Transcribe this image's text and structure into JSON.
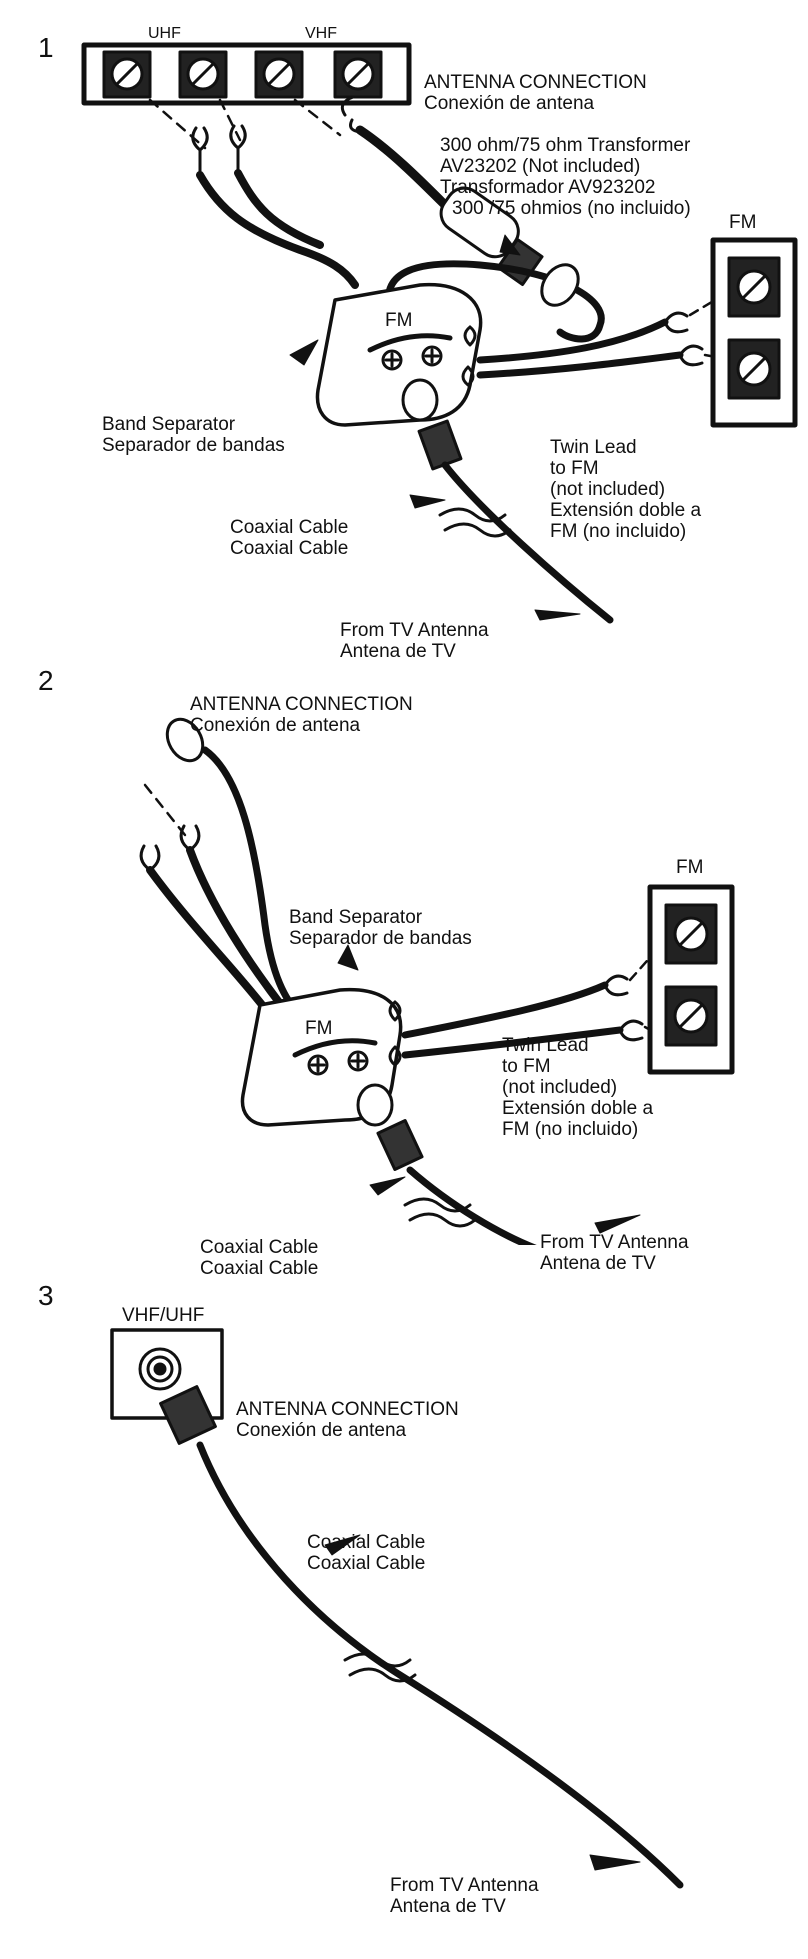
{
  "steps": [
    {
      "number": "1",
      "port_labels": {
        "uhf": "UHF",
        "vhf": "VHF",
        "fm": "FM"
      },
      "antenna_connection": {
        "en": "ANTENNA CONNECTION",
        "es": "Conexión de antena"
      },
      "transformer": {
        "line1": "300 ohm/75 ohm Transformer",
        "line2": "AV23202 (Not included)",
        "line3": "Transformador AV923202",
        "line4": "300 /75 ohmios (no incluido)"
      },
      "band_separator": {
        "en": "Band Separator",
        "es": "Separador de bandas"
      },
      "separator_fm": "FM",
      "twin_lead": {
        "line1": "Twin Lead",
        "line2": "to FM",
        "line3": "(not included)",
        "line4": "Extensión doble a",
        "line5": "FM (no incluido)"
      },
      "coaxial": {
        "en": "Coaxial Cable",
        "es": "Coaxial Cable"
      },
      "from_tv": {
        "en": "From TV Antenna",
        "es": "Antena de TV"
      }
    },
    {
      "number": "2",
      "antenna_connection": {
        "en": "ANTENNA CONNECTION",
        "es": "Conexión de antena"
      },
      "band_separator": {
        "en": "Band Separator",
        "es": "Separador de bandas"
      },
      "port_labels": {
        "fm": "FM"
      },
      "separator_fm": "FM",
      "twin_lead": {
        "line1": "Twin Lead",
        "line2": "to FM",
        "line3": "(not included)",
        "line4": "Extensión doble a",
        "line5": "FM (no incluido)"
      },
      "coaxial": {
        "en": "Coaxial Cable",
        "es": "Coaxial Cable"
      },
      "from_tv": {
        "en": "From TV Antenna",
        "es": "Antena de TV"
      }
    },
    {
      "number": "3",
      "port_labels": {
        "vhf_uhf": "VHF/UHF"
      },
      "antenna_connection": {
        "en": "ANTENNA CONNECTION",
        "es": "Conexión de antena"
      },
      "coaxial": {
        "en": "Coaxial Cable",
        "es": "Coaxial Cable"
      },
      "from_tv": {
        "en": "From TV Antenna",
        "es": "Antena de TV"
      }
    }
  ]
}
